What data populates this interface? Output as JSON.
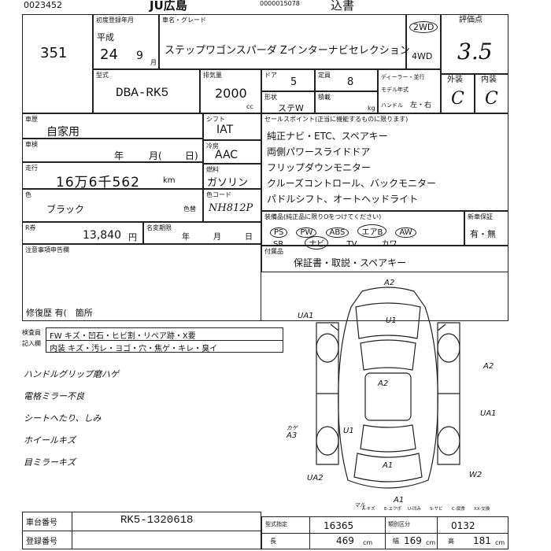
{
  "header": {
    "barcode_no": "0023452",
    "auction": "JU広島",
    "serial": "0000015078",
    "sheet_title": "オークション出品票",
    "suffix": "込書"
  },
  "lot": {
    "label": "",
    "number": "351"
  },
  "reg": {
    "label": "初度登録年月",
    "era": "平成",
    "year": "24",
    "month": "9",
    "month_unit": "月"
  },
  "vehicle": {
    "name_label": "車名・グレード",
    "name": "ステップワゴンスパーダ Zインターナビセレクション",
    "drive_2wd": "2WD",
    "drive_4wd": "4WD"
  },
  "grade": {
    "label": "評価点",
    "score": "3.5",
    "ext_label": "外装",
    "int_label": "内装",
    "ext": "C",
    "int": "C"
  },
  "specs": {
    "model_label": "型式",
    "model": "DBA-RK5",
    "disp_label": "排気量",
    "disp": "2000",
    "disp_unit": "cc",
    "doors_label": "ドア",
    "doors": "5",
    "seats_label": "定員",
    "seats": "8",
    "body_label": "形状",
    "body": "ステW",
    "load_label": "積載",
    "load_unit": "kg",
    "dealer_label": "ディーラー・並行",
    "model_year_label": "モデル年式",
    "handle_label": "ハンドル",
    "handle": "左・右"
  },
  "usage": {
    "label": "車歴",
    "value": "自家用"
  },
  "inspection": {
    "label": "車検",
    "year_unit": "年",
    "month_unit": "月(",
    "day_unit": "日)"
  },
  "mileage": {
    "label": "走行",
    "value": "16万6千562",
    "unit": "km"
  },
  "color": {
    "label": "色",
    "value": "ブラック",
    "code_label": "色替",
    "code_title": "色コード",
    "code": "NH812P"
  },
  "shift": {
    "label": "シフト",
    "value": "IAT"
  },
  "ac": {
    "label": "冷房",
    "value": "AAC"
  },
  "fuel": {
    "label": "燃料",
    "value": "ガソリン"
  },
  "tax": {
    "label": "R券",
    "value": "13,840",
    "unit": "円",
    "vehicle_label": "名変期限",
    "year_unit": "年",
    "month_unit": "月",
    "day_unit": "日"
  },
  "notes": {
    "label": "注意事項申告欄",
    "repair_label": "修復歴",
    "repair_value": "有(　箇所"
  },
  "sales_points": {
    "label": "セールスポイント(正当に機能するものに限ります)",
    "items": [
      "純正ナビ・ETC、スペアキー",
      "両側パワースライドドア",
      "フリップダウンモニター",
      "クルーズコントロール、バックモニター",
      "パドルシフト、オートヘッドライト"
    ]
  },
  "equipment": {
    "label": "装備品(純正品に限りOをつけてください)",
    "row1": [
      "PS",
      "PW",
      "ABS",
      "エアB",
      "AW"
    ],
    "row2": [
      "SR",
      "ナビ",
      "TV",
      "カワ"
    ],
    "new_label": "新車保証",
    "new_value": "有・無"
  },
  "accessories": {
    "label": "付属品",
    "value": "保証書・取説・スペアキー"
  },
  "inspector": {
    "label1": "検査員",
    "label2": "記入欄",
    "row1_title": "FW",
    "row1": "キズ・凹石・ヒビ割・リペア跡・X要",
    "row2_title": "内装",
    "row2": "キズ・汚レ・ヨゴ・穴・焦ゲ・キレ・臭イ"
  },
  "handwritten": [
    "ハンドルグリップ磨ハゲ",
    "電格ミラー不良",
    "シートへたり、しみ",
    "ホイールキズ",
    "目ミラーキズ"
  ],
  "diagram": {
    "marks": [
      "A2",
      "UA1",
      "U1",
      "A2",
      "A2",
      "UA1",
      "カゲ",
      "A3",
      "U1",
      "UA2",
      "A1",
      "A1",
      "W2",
      "マル"
    ],
    "legend_items": [
      "A-キズ",
      "E-エクボ",
      "U-凹み",
      "S-サビ",
      "C-腐食",
      "XX-交換"
    ]
  },
  "footer": {
    "chassis_label": "車台番号",
    "chassis": "RK5-1320618",
    "reg_label": "登録番号",
    "spec_label": "型式指定",
    "spec": "16365",
    "class_label": "類別区分",
    "class": "0132",
    "length_label": "長",
    "length": "469",
    "width_label": "幅",
    "width": "169",
    "height_label": "高",
    "height": "181",
    "cm": "cm"
  },
  "colors": {
    "line": "#222222",
    "paper": "#ffffff",
    "ink": "#111111"
  }
}
